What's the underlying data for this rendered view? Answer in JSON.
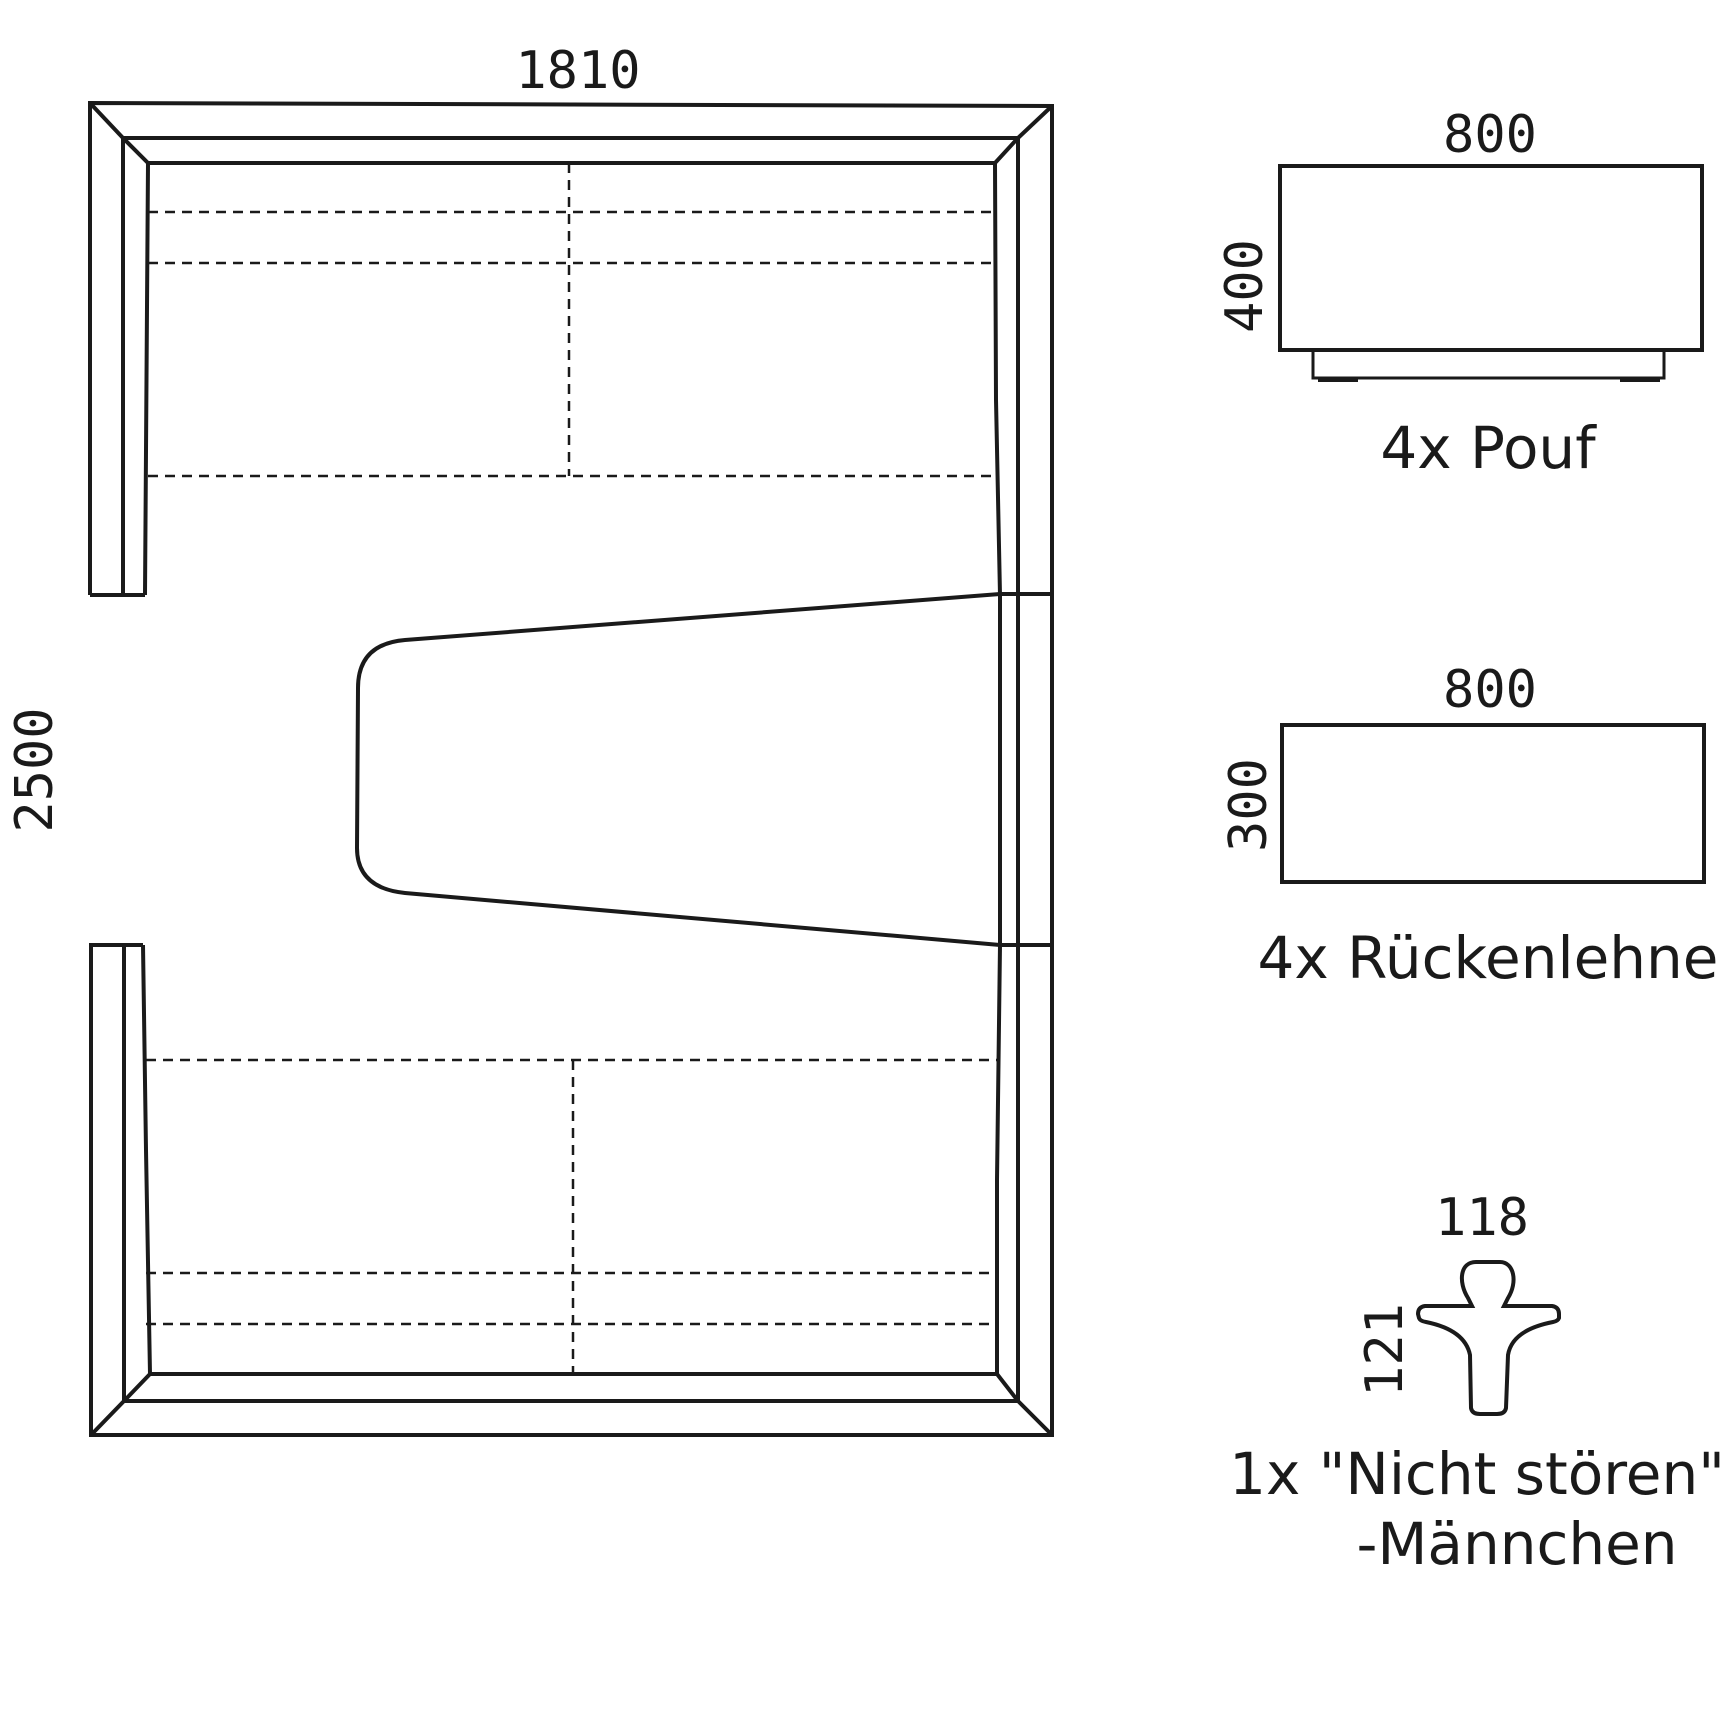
{
  "plan": {
    "width_label": "1810",
    "depth_label": "2500"
  },
  "pouf": {
    "width_label": "800",
    "height_label": "400",
    "caption": "4x Pouf"
  },
  "backrest": {
    "width_label": "800",
    "height_label": "300",
    "caption": "4x Rückenlehne"
  },
  "figure": {
    "width_label": "118",
    "height_label": "121",
    "caption_line1": "1x \"Nicht stören\"",
    "caption_line2": "-Männchen"
  }
}
